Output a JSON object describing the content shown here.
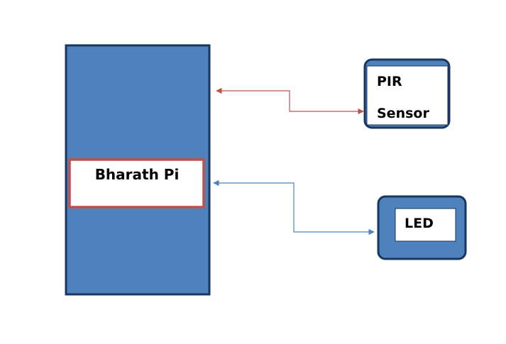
{
  "diagram": {
    "board": {
      "label": "Bharath Pi"
    },
    "pir_sensor": {
      "line1": "PIR",
      "line2": "Sensor"
    },
    "led": {
      "label": "LED"
    },
    "colors": {
      "board_fill": "#4f81bd",
      "border_dark": "#17375e",
      "board_label_border": "#c0504d",
      "pir_link": "#c0504d",
      "led_link": "#4f81bd",
      "label_bg": "#ffffff"
    }
  }
}
